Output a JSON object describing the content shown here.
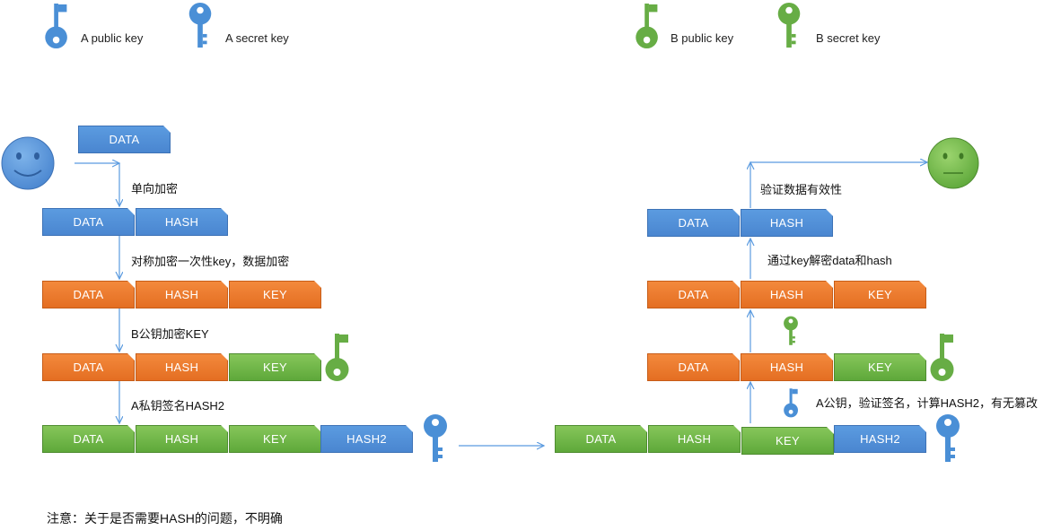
{
  "colors": {
    "a_key": "#4a8fd6",
    "b_key": "#67ad45",
    "blue_block": "#4a86d0",
    "orange_block": "#e46e22",
    "green_block": "#5ea83a",
    "arrow": "#5b9be0"
  },
  "legend": {
    "a_public": "A public key",
    "a_secret": "A secret key",
    "b_public": "B public key",
    "b_secret": "B secret key"
  },
  "blocks": {
    "data": "DATA",
    "hash": "HASH",
    "key": "KEY",
    "hash2": "HASH2"
  },
  "sender_steps": {
    "step1": "单向加密",
    "step2": "对称加密一次性key，数据加密",
    "step3": "B公钥加密KEY",
    "step4": "A私钥签名HASH2"
  },
  "receiver_steps": {
    "step1": "A公钥，验证签名，计算HASH2，有无篡改",
    "step2": "通过key解密data和hash",
    "step3": "验证数据有效性"
  },
  "note": "注意：关于是否需要HASH的问题，不明确",
  "icons": {
    "sender": "smiley-face-icon",
    "receiver": "neutral-face-icon",
    "public_key": "public-key-icon",
    "secret_key": "secret-key-icon"
  }
}
